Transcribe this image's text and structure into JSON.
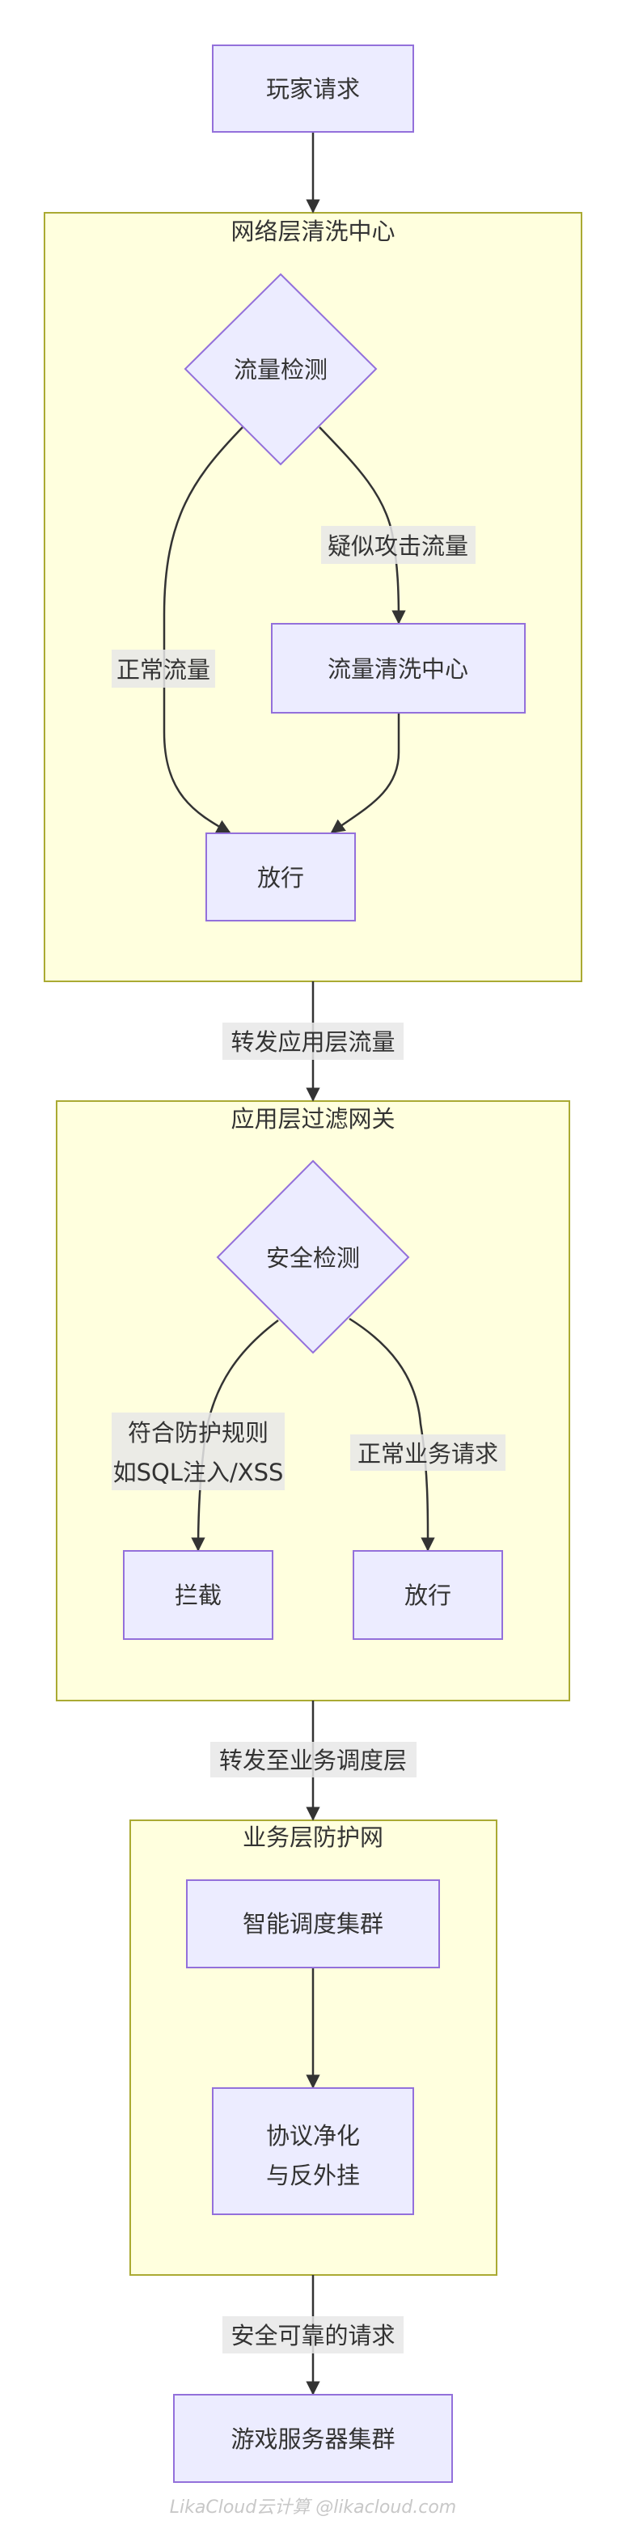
{
  "watermark": "LikaCloud云计算 @likacloud.com",
  "nodes": {
    "player_request": "玩家请求",
    "traffic_check": "流量检测",
    "scrubbing_center": "流量清洗中心",
    "pass_1": "放行",
    "security_check": "安全检测",
    "block": "拦截",
    "pass_2": "放行",
    "scheduler_cluster": "智能调度集群",
    "protocol_line1": "协议净化",
    "protocol_line2": "与反外挂",
    "game_servers": "游戏服务器集群"
  },
  "clusters": {
    "network": "网络层清洗中心",
    "application": "应用层过滤网关",
    "business": "业务层防护网"
  },
  "edges": {
    "suspicious": "疑似攻击流量",
    "normal": "正常流量",
    "forward_app": "转发应用层流量",
    "rule_line1": "符合防护规则",
    "rule_line2": "如SQL注入/XSS",
    "normal_business": "正常业务请求",
    "forward_business": "转发至业务调度层",
    "safe_request": "安全可靠的请求"
  },
  "colors": {
    "cluster_fill": "#ffffde",
    "cluster_stroke": "#aaaa33",
    "node_fill": "#ececff",
    "node_stroke": "#9370db"
  }
}
